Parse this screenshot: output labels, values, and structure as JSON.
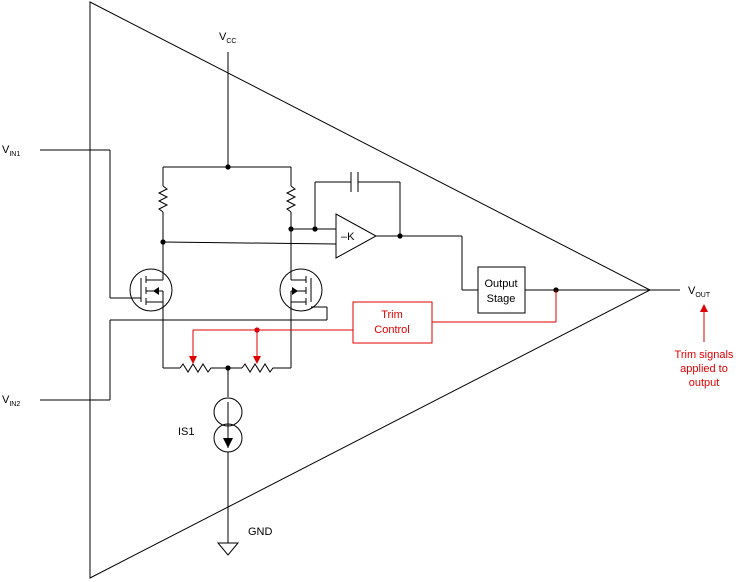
{
  "labels": {
    "vcc": {
      "main": "V",
      "sub": "CC"
    },
    "vin1": {
      "main": "V",
      "sub": "IN1"
    },
    "vin2": {
      "main": "V",
      "sub": "IN2"
    },
    "vout": {
      "main": "V",
      "sub": "OUT"
    },
    "gain": "–K",
    "output_stage_line1": "Output",
    "output_stage_line2": "Stage",
    "trim_line1": "Trim",
    "trim_line2": "Control",
    "is1": "IS1",
    "gnd": "GND",
    "note_line1": "Trim signals",
    "note_line2": "applied to",
    "note_line3": "output"
  },
  "colors": {
    "wire": "#000000",
    "trim": "#e00000"
  }
}
